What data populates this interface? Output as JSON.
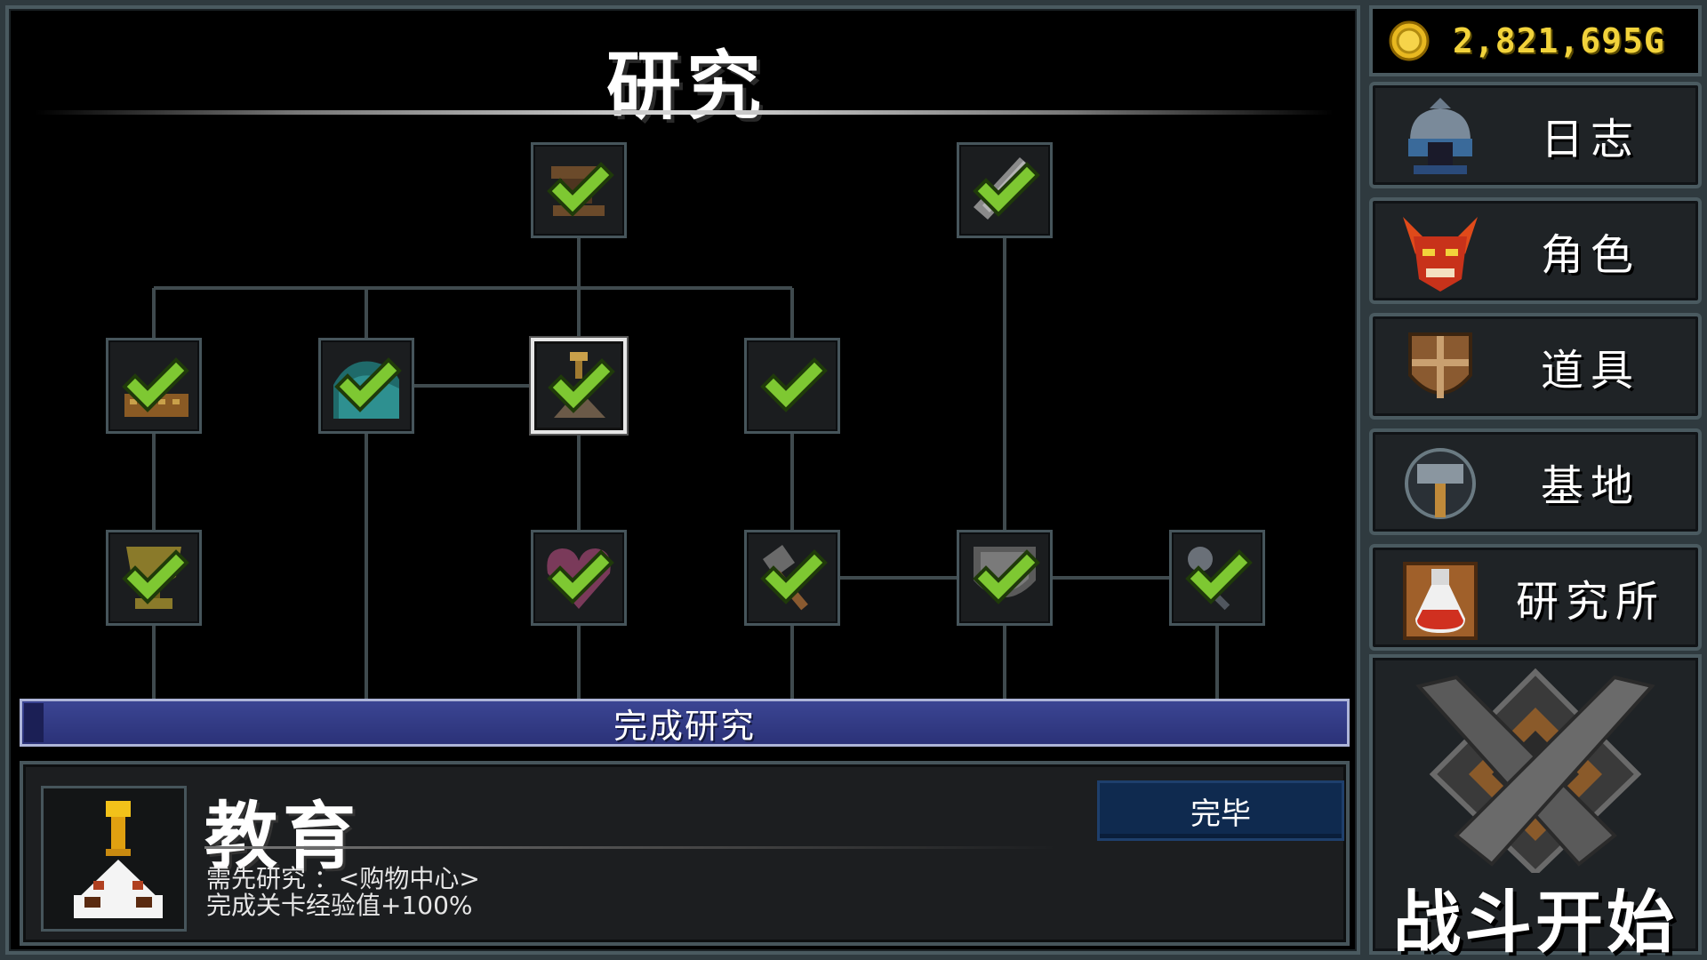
{
  "research": {
    "title": "研究",
    "complete_label": "完成研究"
  },
  "detail": {
    "name": "教育",
    "requirement": "需先研究 ：<购物中心>",
    "effect": "完成关卡经验值+100%",
    "done_label": "完毕"
  },
  "gold": {
    "value": "2,821,695G"
  },
  "menu": [
    {
      "id": "journal",
      "label": "日志",
      "icon": "helmet-icon"
    },
    {
      "id": "character",
      "label": "角色",
      "icon": "demon-mask-icon"
    },
    {
      "id": "items",
      "label": "道具",
      "icon": "shield-icon"
    },
    {
      "id": "base",
      "label": "基地",
      "icon": "hammer-icon"
    },
    {
      "id": "lab",
      "label": "研究所",
      "icon": "potion-icon"
    }
  ],
  "battle": {
    "label": "战斗开始",
    "icon": "crossed-swords-icon"
  },
  "nodes": [
    {
      "id": "n1",
      "icon": "anvil-icon",
      "completed": true,
      "selected": false
    },
    {
      "id": "n2",
      "icon": "sword-icon",
      "completed": true,
      "selected": false
    },
    {
      "id": "n3",
      "icon": "armor-icon",
      "completed": true,
      "selected": false
    },
    {
      "id": "n4",
      "icon": "wave-icon",
      "completed": true,
      "selected": false
    },
    {
      "id": "n5",
      "icon": "education-icon",
      "completed": true,
      "selected": true
    },
    {
      "id": "n6",
      "icon": "blank-icon",
      "completed": true,
      "selected": false
    },
    {
      "id": "n7",
      "icon": "trophy-icon",
      "completed": true,
      "selected": false
    },
    {
      "id": "n8",
      "icon": "heart-icon",
      "completed": true,
      "selected": false
    },
    {
      "id": "n9",
      "icon": "axe-icon",
      "completed": true,
      "selected": false
    },
    {
      "id": "n10",
      "icon": "shield-icon",
      "completed": true,
      "selected": false
    },
    {
      "id": "n11",
      "icon": "mace-icon",
      "completed": true,
      "selected": false
    }
  ],
  "colors": {
    "gold": "#f2d33b",
    "check": "#7ec832",
    "complete_bar": "#3b4593",
    "done_button": "#0f2a4f"
  }
}
